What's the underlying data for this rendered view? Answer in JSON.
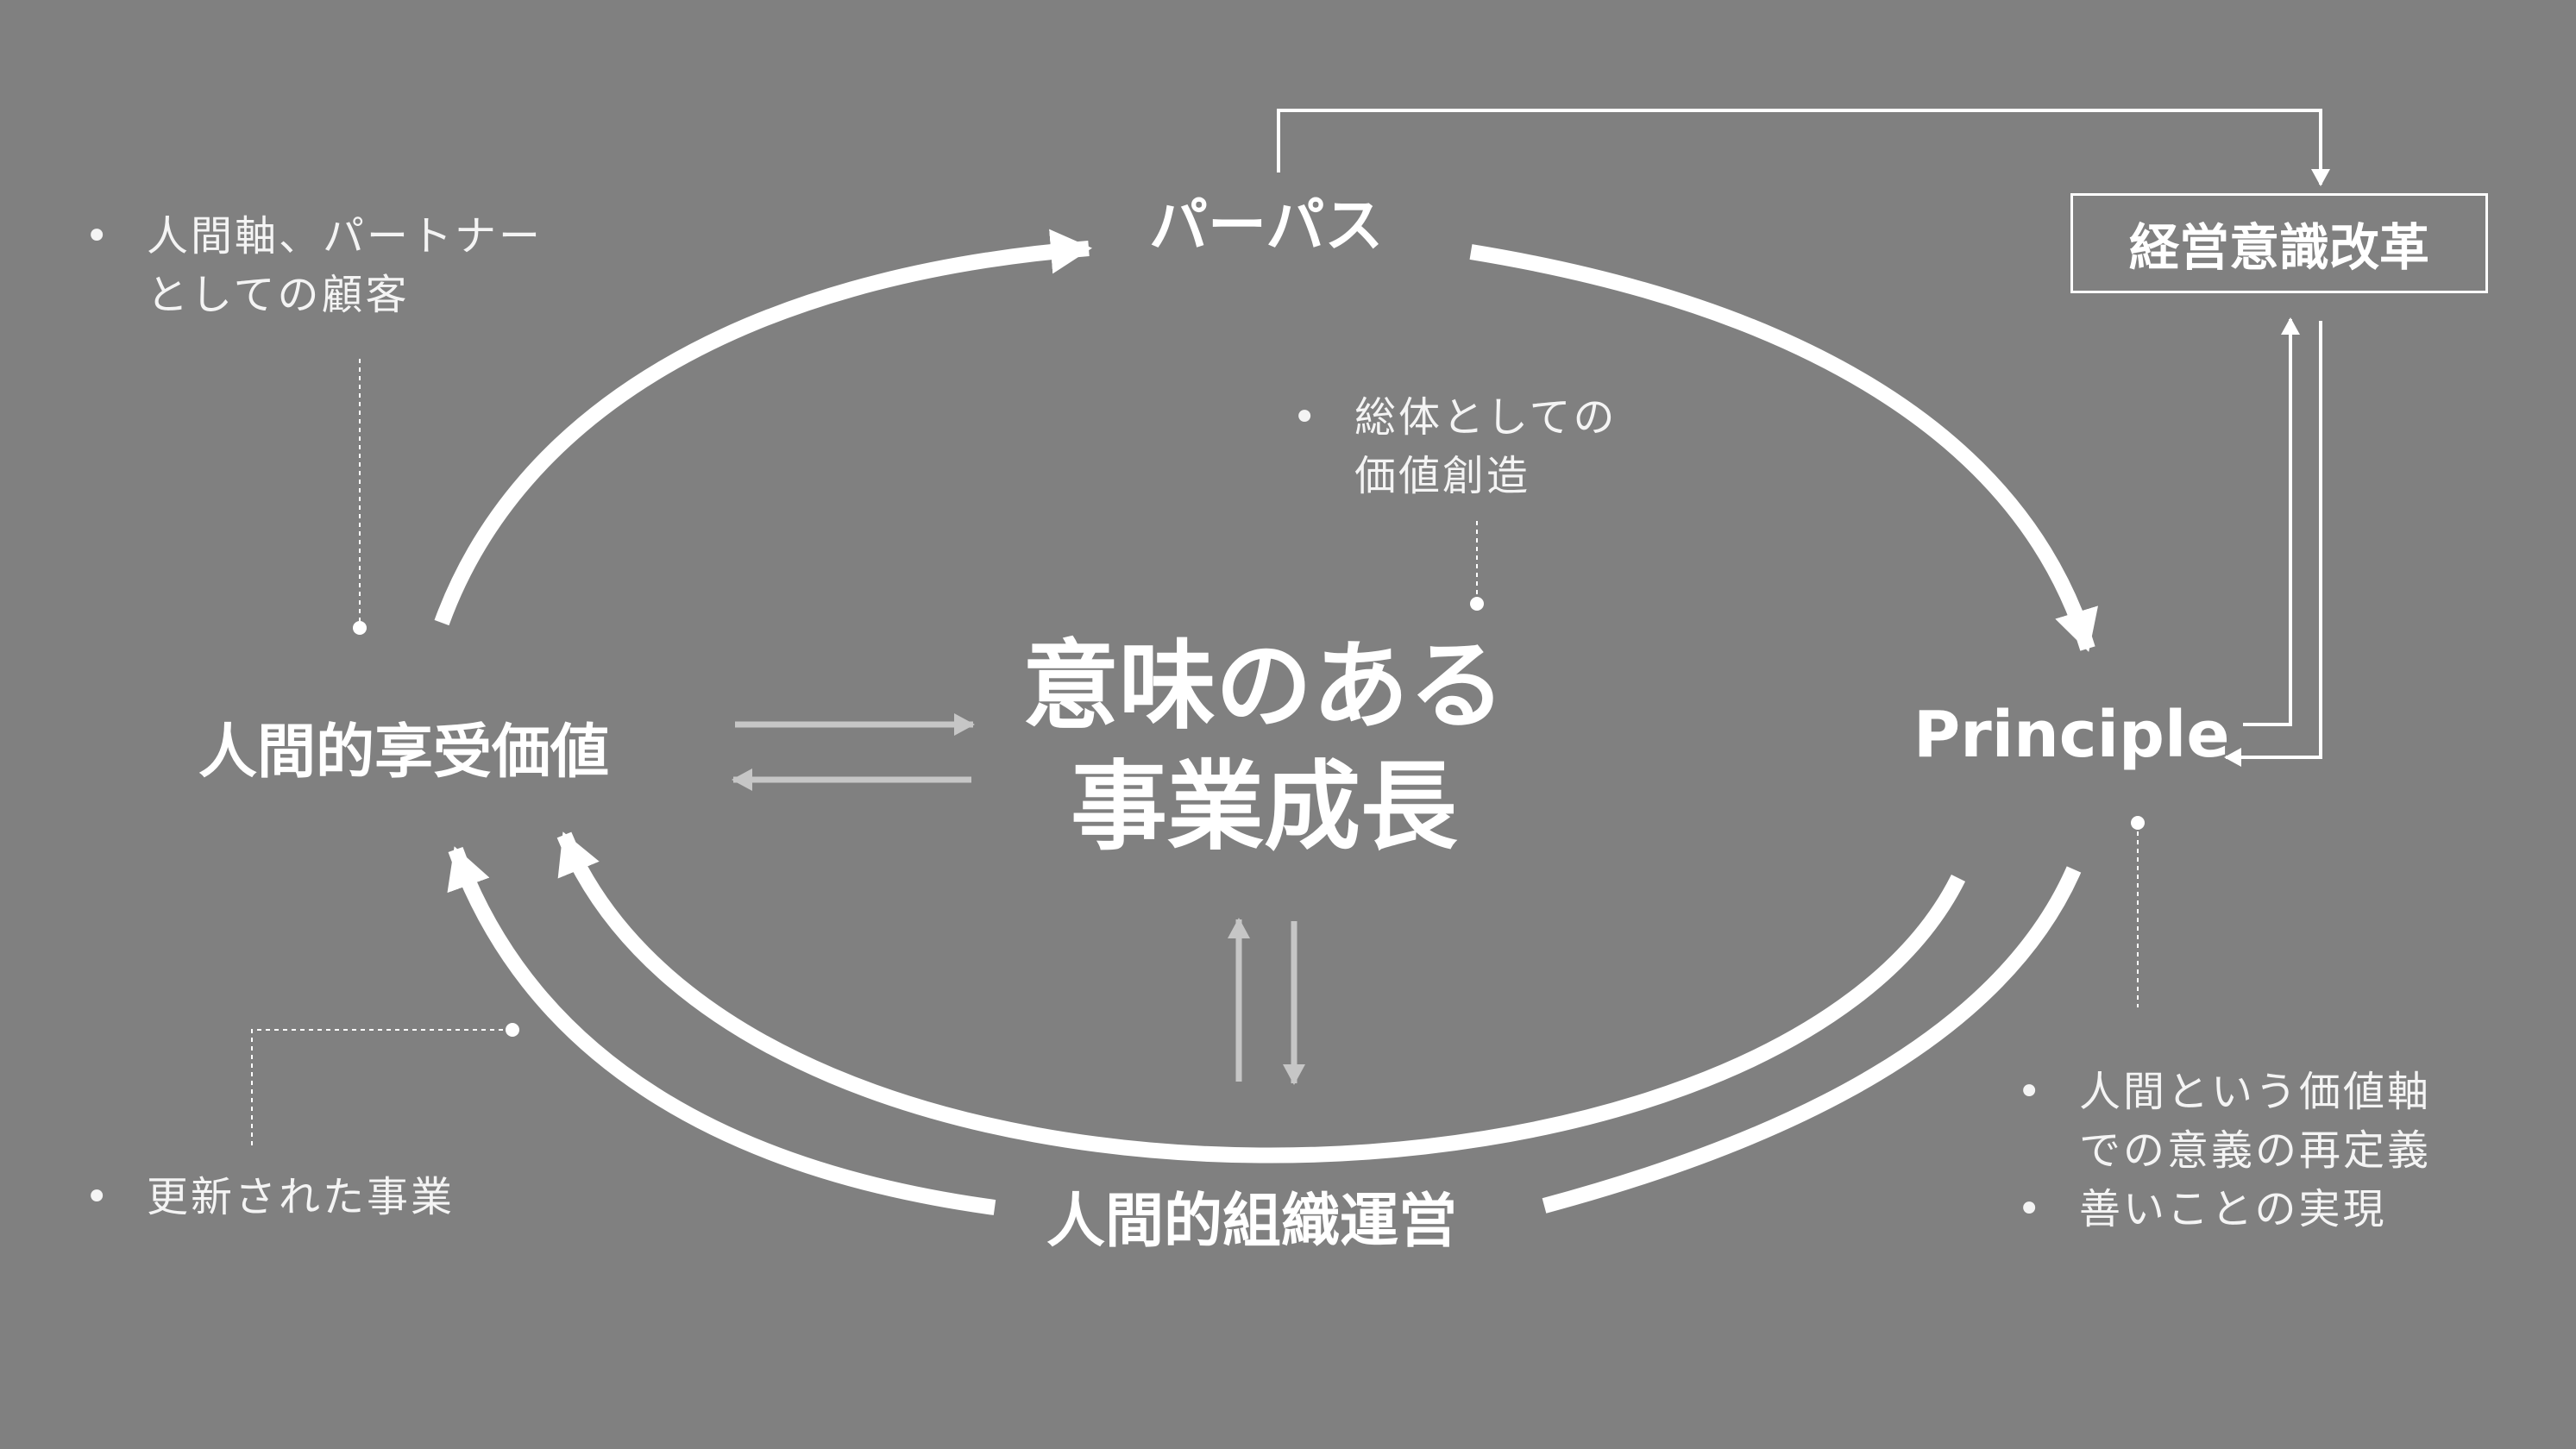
{
  "center": {
    "line1": "意味のある",
    "line2": "事業成長"
  },
  "nodes": {
    "purpose": "パーパス",
    "principle": "Principle",
    "value": "人間的享受価値",
    "org": "人間的組織運営",
    "reform": "経営意識改革"
  },
  "notes": {
    "top_left": {
      "line1": "人間軸、パートナー",
      "line2": "としての顧客"
    },
    "top_center": {
      "line1": "総体としての",
      "line2": "価値創造"
    },
    "bottom_left": {
      "line1": "更新された事業"
    },
    "bottom_right": {
      "line1": "人間という価値軸",
      "line2": "での意義の再定義",
      "line3": "善いことの実現"
    }
  },
  "colors": {
    "background": "#808080",
    "foreground": "#ffffff",
    "muted_arrow": "#c6c6c6"
  }
}
